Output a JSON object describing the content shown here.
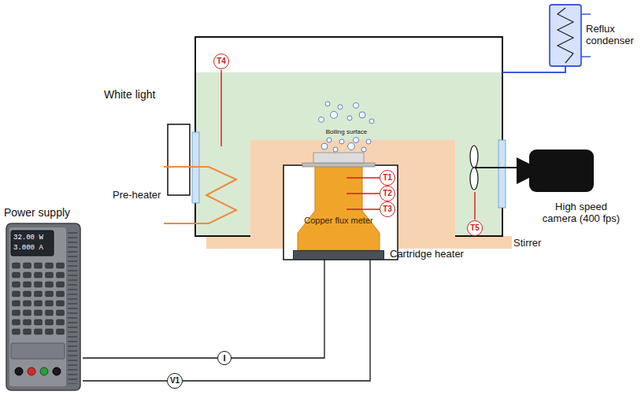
{
  "diagram": {
    "nodes": [
      {
        "text": [
          "T4"
        ]
      },
      {
        "text": [
          "T1"
        ]
      },
      {
        "text": [
          "T2"
        ]
      },
      {
        "text": [
          "T3"
        ]
      },
      {
        "text": [
          "Copper flux meter"
        ]
      },
      {
        "text": [
          "T5"
        ]
      },
      {
        "text": [
          "Power supply"
        ]
      },
      {
        "text": [
          "Cartridge heater"
        ]
      },
      {
        "text": [
          "I"
        ]
      },
      {
        "text": [
          "V1"
        ]
      }
    ],
    "edges": [
      {
        "from": 6,
        "to": 8,
        "arrow": "none"
      },
      {
        "from": 8,
        "to": 7,
        "arrow": "none"
      },
      {
        "from": 6,
        "to": 9,
        "arrow": "none"
      },
      {
        "from": 9,
        "to": 7,
        "arrow": "none"
      }
    ],
    "labels": [
      "White light",
      "Reflux condenser",
      "Boiling surface",
      "Pre-heater",
      "High speed camera (400 fps)",
      "Stirrer",
      "32.00 W",
      "3.000 A"
    ]
  }
}
